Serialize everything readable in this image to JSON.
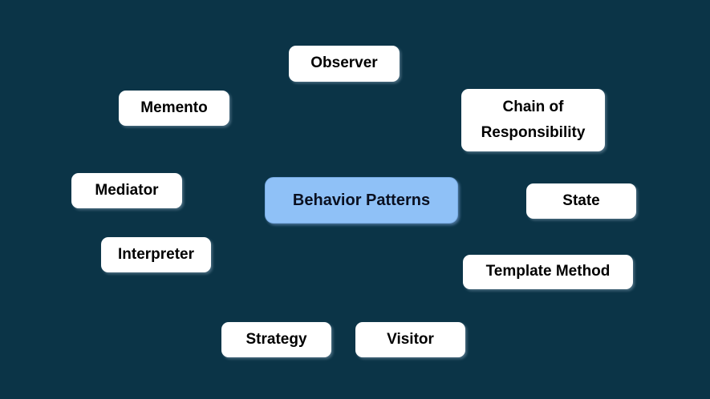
{
  "colors": {
    "background": "#0B3447",
    "node_fill": "#FFFFFF",
    "node_text": "#000000",
    "center_fill": "#8FC1F7",
    "center_text": "#0A1020"
  },
  "diagram": {
    "center": {
      "label": "Behavior Patterns"
    },
    "nodes": [
      {
        "label": "Observer"
      },
      {
        "label": "Memento"
      },
      {
        "label": "Chain of Responsibility"
      },
      {
        "label": "Mediator"
      },
      {
        "label": "State"
      },
      {
        "label": "Interpreter"
      },
      {
        "label": "Template Method"
      },
      {
        "label": "Strategy"
      },
      {
        "label": "Visitor"
      }
    ]
  }
}
